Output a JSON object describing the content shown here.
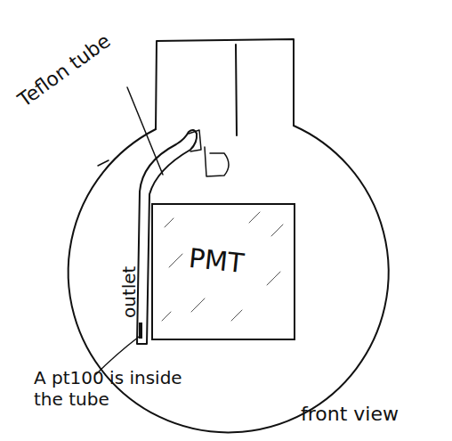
{
  "diagram": {
    "nodes": [
      {
        "text": [
          "PMT"
        ]
      }
    ],
    "labels": [
      "Teflon tube",
      "outlet",
      "A pt100 is inside the tube",
      "front view"
    ]
  }
}
